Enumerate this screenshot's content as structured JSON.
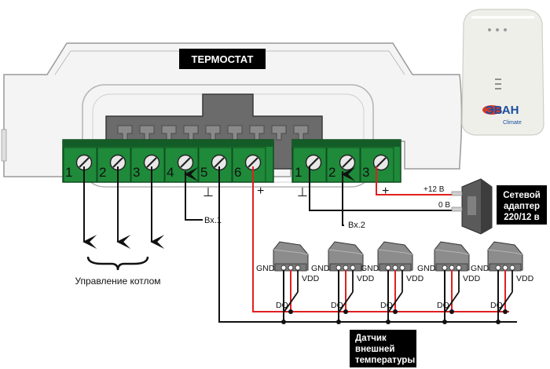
{
  "thermostat": {
    "title": "ТЕРМОСТАТ",
    "left_block": {
      "terminals": [
        "1",
        "2",
        "3",
        "4",
        "5",
        "6"
      ],
      "minus_sign": "⊥",
      "plus_sign": "+",
      "input_label": "Вх.1"
    },
    "right_block": {
      "terminals": [
        "1",
        "2",
        "3"
      ],
      "minus_sign": "⊥",
      "plus_sign": "+",
      "input_label": "Вх.2"
    }
  },
  "boiler": {
    "label": "Управление котлом"
  },
  "adapter": {
    "label_line1": "Сетевой",
    "label_line2": "адаптер",
    "label_line3": "220/12 в",
    "plus_wire_label": "+12 В",
    "zero_wire_label": "0 В"
  },
  "sensors": {
    "gnd_label": "GND",
    "vdd_label": "VDD",
    "dq_label": "DQ",
    "count_label": "",
    "caption_line1": "Датчик",
    "caption_line2": "внешней",
    "caption_line3": "температуры"
  },
  "device": {
    "brand": "ЭВАН",
    "sub_brand": "Climate"
  },
  "colors": {
    "terminal_green": "#1f8a3a",
    "terminal_dark_green": "#145c27",
    "wire_red": "#e02020",
    "wire_black": "#111111",
    "connector_gray": "#6b6b6b",
    "brand_blue": "#1b4fa0"
  }
}
